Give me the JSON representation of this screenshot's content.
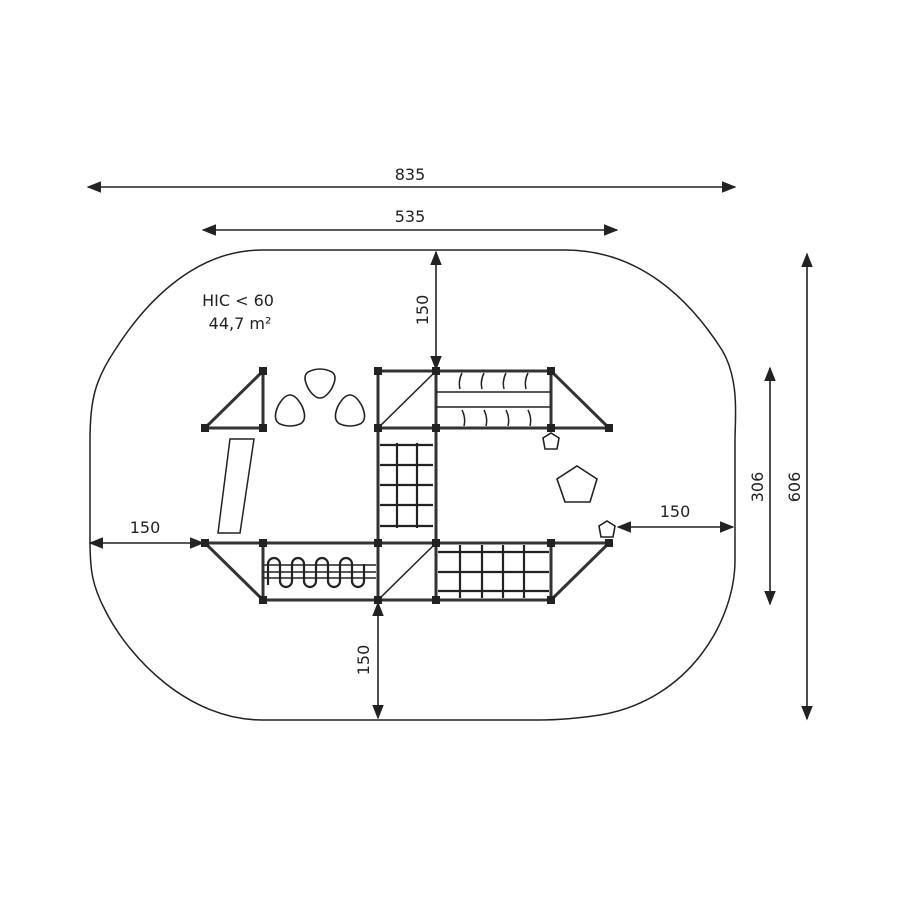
{
  "dimensions": {
    "overall_width": "835",
    "structure_width": "535",
    "clearance_top": "150",
    "clearance_left": "150",
    "clearance_bottom": "150",
    "clearance_right": "150",
    "structure_depth": "306",
    "overall_depth": "606"
  },
  "info": {
    "hic": "HIC < 60",
    "area": "44,7 m²"
  },
  "colors": {
    "line": "#222222",
    "background": "#ffffff"
  }
}
